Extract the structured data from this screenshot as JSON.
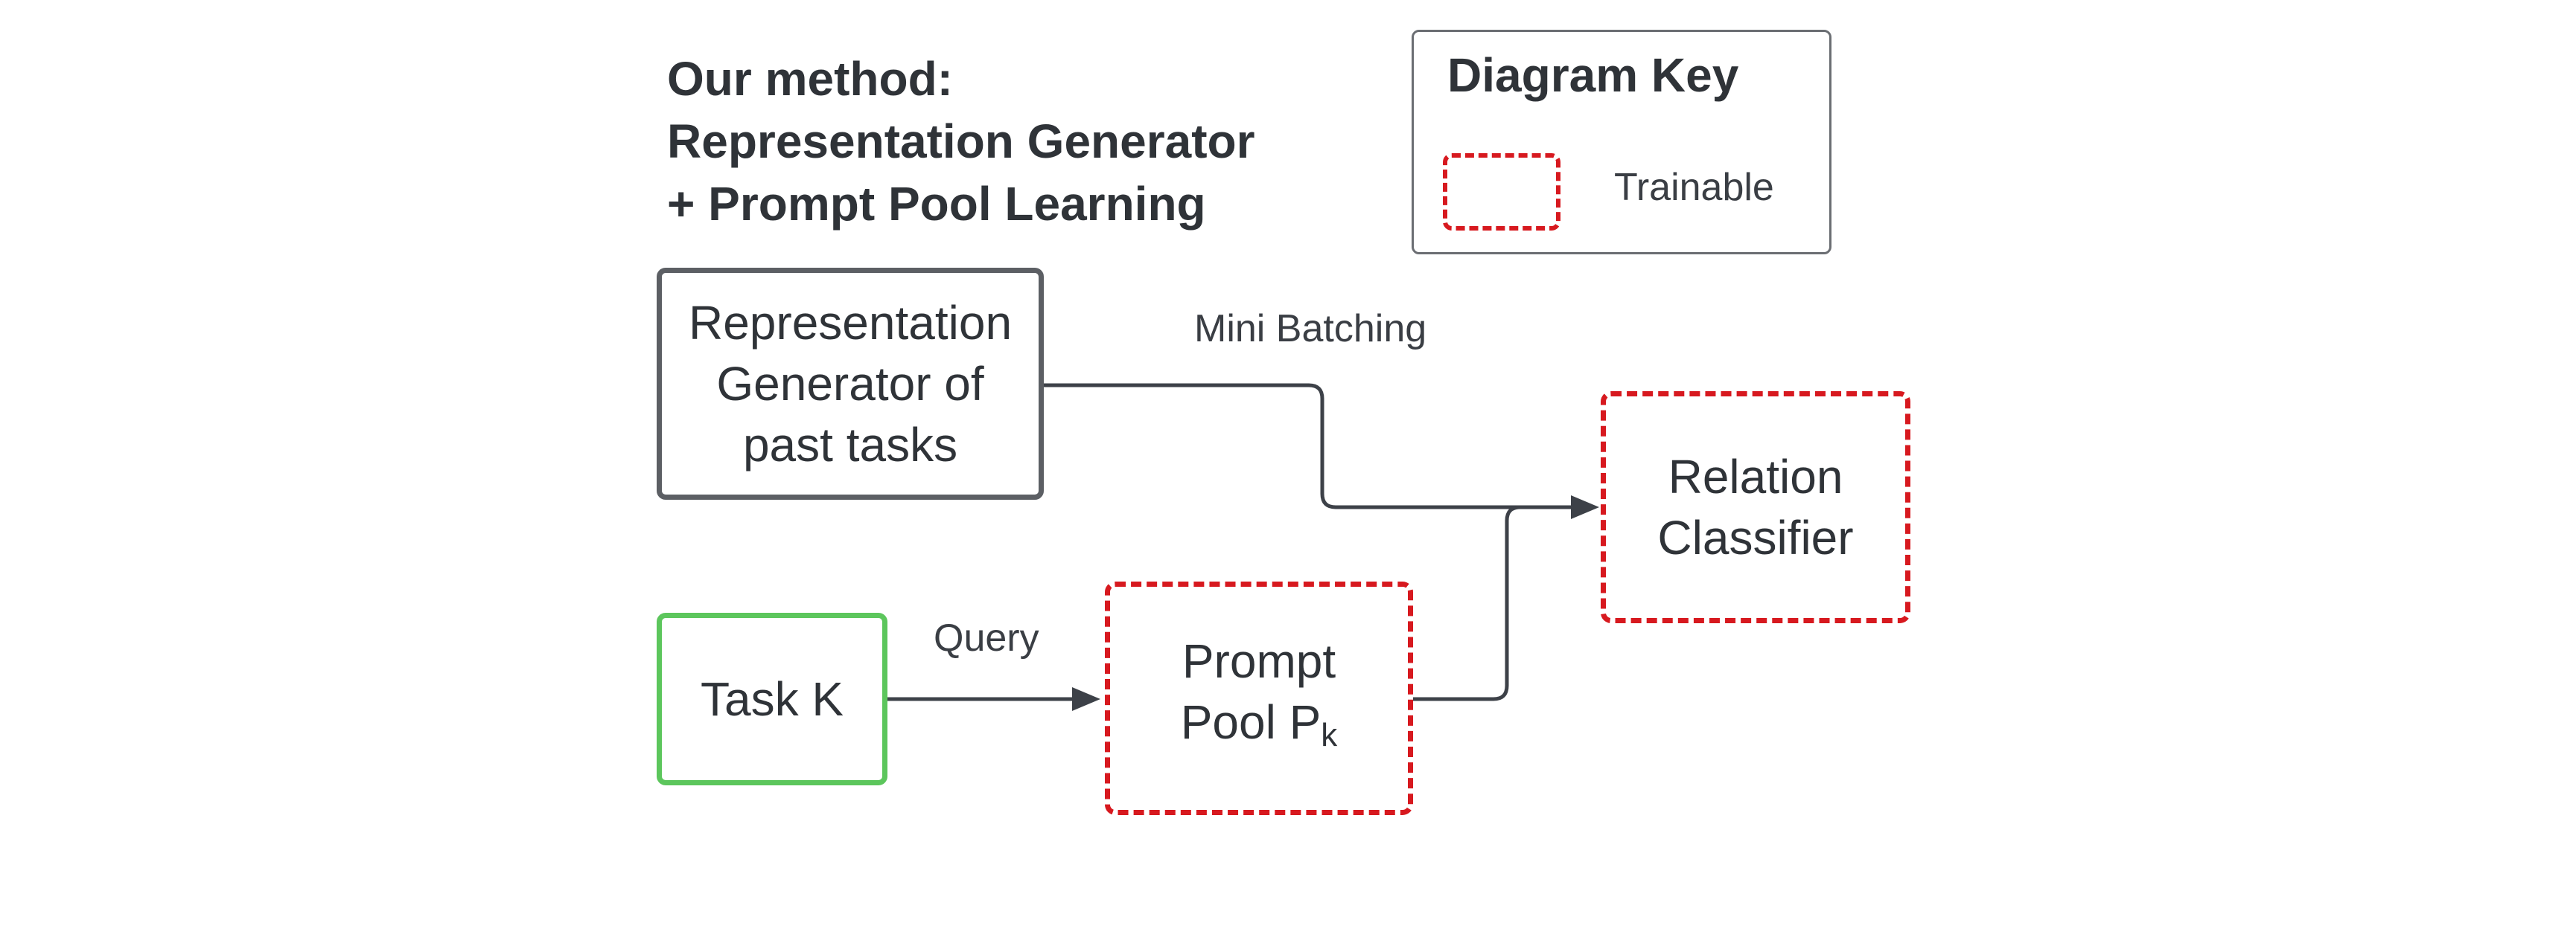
{
  "title": {
    "line1": "Our method:",
    "line2": "Representation Generator",
    "line3": "+ Prompt Pool Learning"
  },
  "key": {
    "title": "Diagram Key",
    "trainable_label": "Trainable"
  },
  "nodes": {
    "representation_generator": {
      "line1": "Representation",
      "line2": "Generator of",
      "line3": "past tasks"
    },
    "task": {
      "label": "Task K"
    },
    "prompt_pool": {
      "line1": "Prompt",
      "line2_main": "Pool P",
      "line2_sub": "k"
    },
    "relation_classifier": {
      "line1": "Relation",
      "line2": "Classifier"
    }
  },
  "edges": {
    "mini_batching": "Mini Batching",
    "query": "Query"
  },
  "colors": {
    "trainable_border": "#d7191f",
    "task_border": "#5cc65c",
    "generator_border": "#5c5f64",
    "arrow": "#3d4148"
  }
}
